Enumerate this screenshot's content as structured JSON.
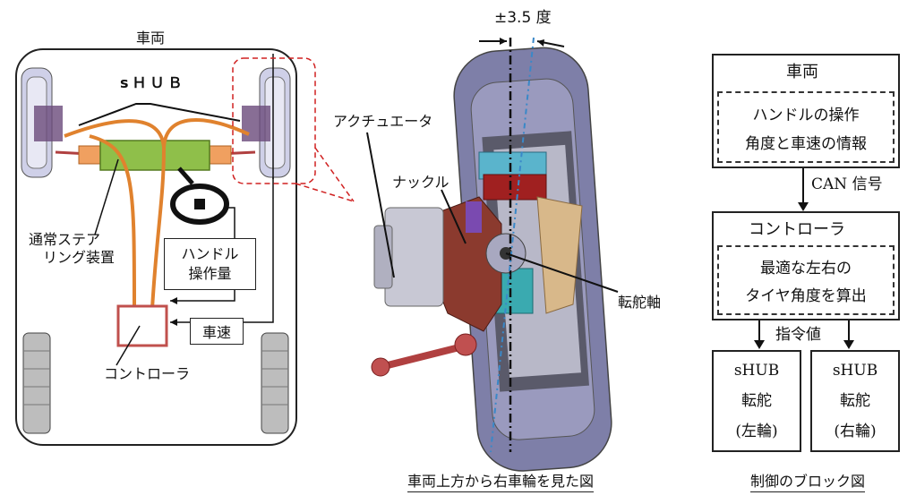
{
  "left": {
    "vehicle_label": "車両",
    "shub_label": "sＨＵＢ",
    "steering_label_l1": "通常ステア",
    "steering_label_l2": "リング装置",
    "handle_l1": "ハンドル",
    "handle_l2": "操作量",
    "speed": "車速",
    "controller": "コントローラ"
  },
  "middle": {
    "angle": "±3.5 度",
    "actuator": "アクチュエータ",
    "knuckle": "ナックル",
    "axis": "転舵軸",
    "caption": "車両上方から右車輪を見た図"
  },
  "right": {
    "vehicle": "車両",
    "vehicle_sub_l1": "ハンドルの操作",
    "vehicle_sub_l2": "角度と車速の情報",
    "can": "CAN 信号",
    "controller": "コントローラ",
    "ctrl_sub_l1": "最適な左右の",
    "ctrl_sub_l2": "タイヤ角度を算出",
    "command": "指令値",
    "left_box": [
      "sHUB",
      "転舵",
      "(左輪)"
    ],
    "right_box": [
      "sHUB",
      "転舵",
      "(右輪)"
    ],
    "caption": "制御のブロック図"
  },
  "colors": {
    "harness": "#e0822e",
    "steering_box": "#8fbf4a",
    "controller_box": "#c0504d",
    "red_dash": "#d02020",
    "axis_blue": "#3a88c8",
    "tire": "#7e7fa8"
  }
}
